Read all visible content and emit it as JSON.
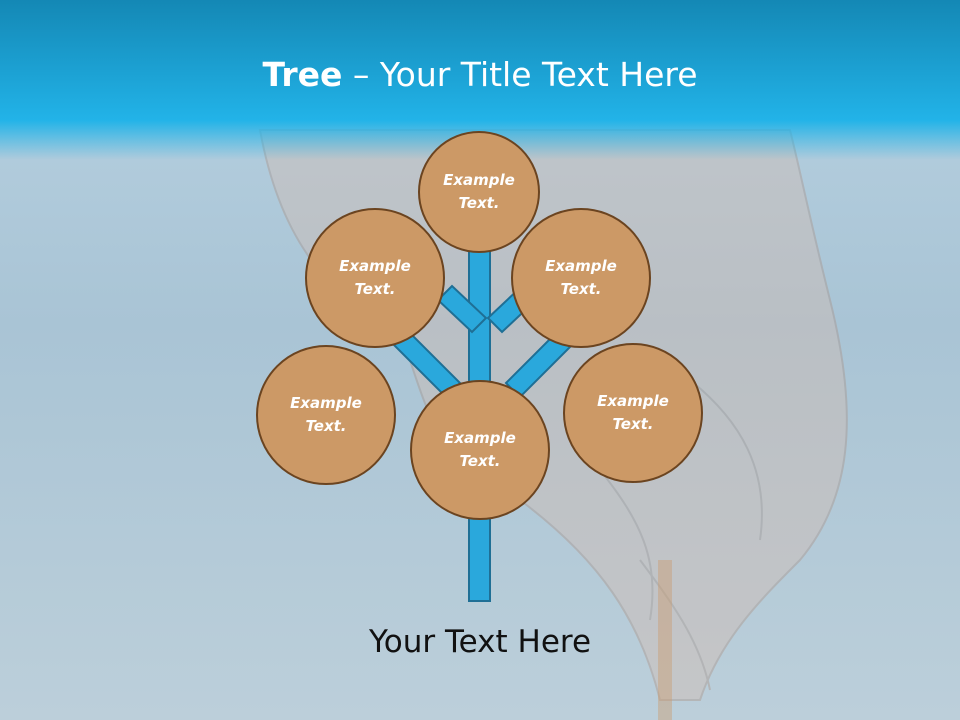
{
  "slide": {
    "title_bold": "Tree",
    "title_dash": " – ",
    "title_rest": "Your Title Text Here",
    "caption": "Your Text Here"
  },
  "nodes": {
    "top": "Example\nText.",
    "upper_left": "Example\nText.",
    "upper_right": "Example\nText.",
    "left": "Example\nText.",
    "center": "Example\nText.",
    "right": "Example\nText."
  },
  "colors": {
    "header": "#1ea7da",
    "node_fill": "#cc9966",
    "node_border": "#6b4420",
    "branch": "#2aa8dc",
    "branch_border": "#1f6f95"
  }
}
